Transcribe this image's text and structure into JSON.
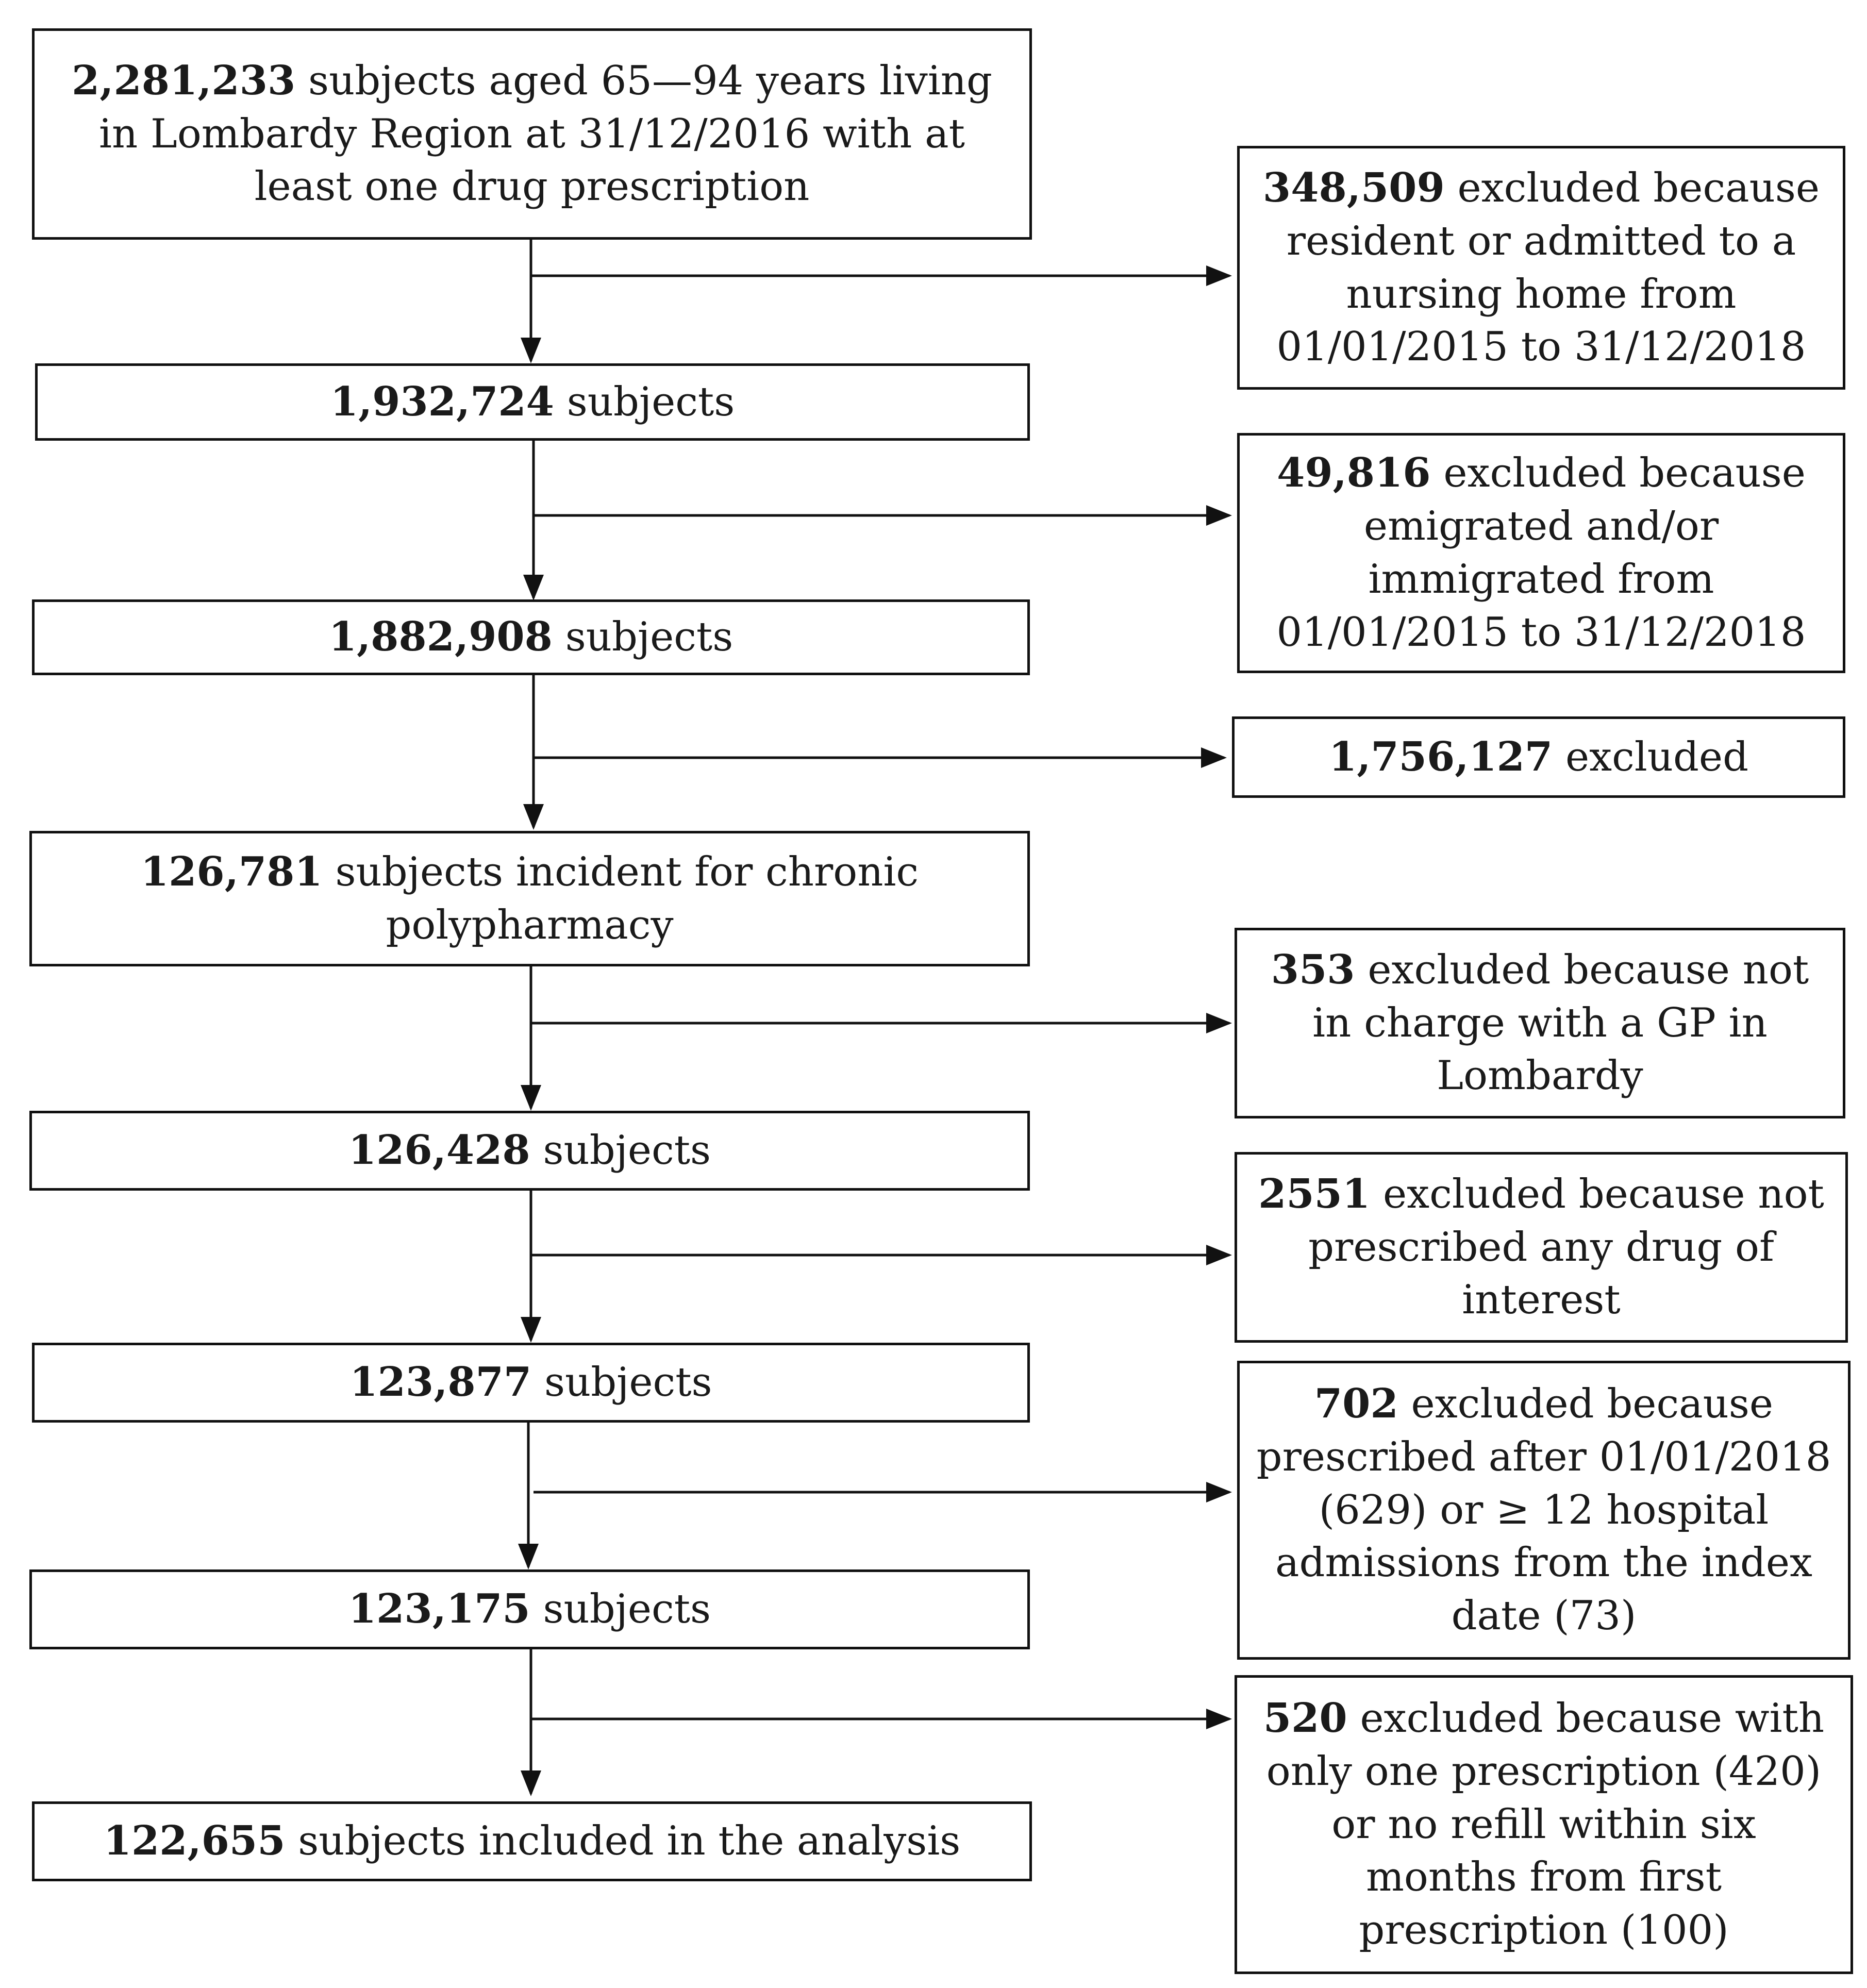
{
  "colors": {
    "line": "#111111",
    "text": "#1a1a1a",
    "background": "#ffffff"
  },
  "main_flow": [
    {
      "id": "start",
      "count": "2,281,233",
      "text": "subjects aged 65—94 years living in Lombardy Region  at 31/12/2016 with at least one drug prescription"
    },
    {
      "id": "step1",
      "count": "1,932,724",
      "text": "subjects"
    },
    {
      "id": "step2",
      "count": "1,882,908",
      "text": "subjects"
    },
    {
      "id": "step3",
      "count": "126,781",
      "text": "subjects incident for chronic polypharmacy"
    },
    {
      "id": "step4",
      "count": "126,428",
      "text": "subjects"
    },
    {
      "id": "step5",
      "count": "123,877",
      "text": "subjects"
    },
    {
      "id": "step6",
      "count": "123,175",
      "text": "subjects"
    },
    {
      "id": "final",
      "count": "122,655",
      "text": "subjects included in the analysis"
    }
  ],
  "exclusions": [
    {
      "id": "excl1",
      "count": "348,509",
      "text": "excluded because resident or admitted to a nursing home from 01/01/2015 to 31/12/2018"
    },
    {
      "id": "excl2",
      "count": "49,816",
      "text": "excluded because emigrated and/or immigrated from 01/01/2015 to 31/12/2018"
    },
    {
      "id": "excl3",
      "count": "1,756,127",
      "text": "excluded"
    },
    {
      "id": "excl4",
      "count": "353",
      "text": "excluded because not in charge with a GP in Lombardy"
    },
    {
      "id": "excl5",
      "count": "2551",
      "text": "excluded because not prescribed any drug of interest"
    },
    {
      "id": "excl6",
      "count": "702",
      "text": "excluded because prescribed after 01/01/2018 (629) or ≥ 12 hospital admissions from the index date (73)"
    },
    {
      "id": "excl7",
      "count": "520",
      "text": "excluded because with only one prescription (420) or no refill within six months from first prescription (100)"
    }
  ]
}
